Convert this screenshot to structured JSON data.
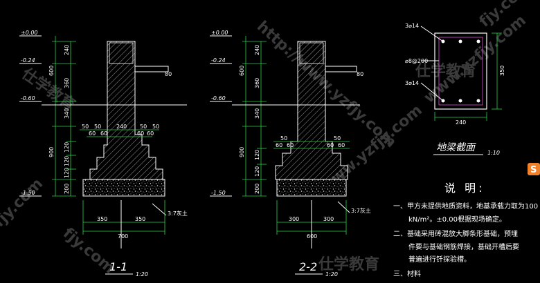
{
  "watermark": {
    "url1": "http://www.yzfjy.com",
    "url2": "www.yzfjy.com",
    "text": "仕学教育",
    "short": "fjy.com"
  },
  "section1": {
    "title": "1-1",
    "scale": "1:20",
    "levels": [
      "±0.00",
      "-0.24",
      "-0.60",
      "-1.50"
    ],
    "vert_dims": [
      "240",
      "360",
      "340",
      "600",
      "900",
      "120",
      "120",
      "120",
      "200"
    ],
    "step_dims": [
      "60",
      "60",
      "240",
      "60",
      "60",
      "50",
      "50",
      "50",
      "50"
    ],
    "bottom_dims": [
      "350",
      "350",
      "700"
    ],
    "soil_label": "3:7灰土",
    "beam_dim": "80"
  },
  "section2": {
    "title": "2-2",
    "scale": "1:20",
    "levels": [
      "±0.00",
      "-0.24",
      "-0.60",
      "-1.50"
    ],
    "vert_dims": [
      "240",
      "360",
      "340",
      "600",
      "900",
      "120",
      "120",
      "200"
    ],
    "step_dims": [
      "60",
      "60",
      "60",
      "60",
      "50",
      "50"
    ],
    "bottom_dims": [
      "300",
      "300",
      "600"
    ],
    "soil_label": "3:7灰土",
    "beam_dim": "80"
  },
  "beam_section": {
    "title": "地梁截面",
    "scale": "1:10",
    "top_bars": "3⌀14",
    "stirrup": "⌀8@200",
    "bottom_bars": "3⌀14",
    "width": "240",
    "height": "350"
  },
  "notes": {
    "heading": "说 明:",
    "items": [
      "一、甲方未提供地质资料，地基承载力取为100",
      "kN/m²。±0.00根据现场确定。",
      "二、基础采用砖混放大脚条形基础，预埋",
      "件要与基础钢筋焊接，基础开槽后要",
      "普遍进行钎探验槽。",
      "三、材料"
    ]
  },
  "badge": "S",
  "colors": {
    "background": "#000000",
    "dim": "#2bd34a",
    "outline": "#ffffff",
    "rebar": "#e84bd6"
  }
}
